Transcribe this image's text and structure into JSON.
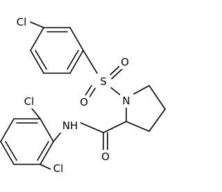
{
  "molecule": {
    "atoms": {
      "chlorine_top": "Cl",
      "sulfur": "S",
      "oxygen_sulfonyl_left": "O",
      "oxygen_sulfonyl_right": "O",
      "nitrogen_pyrrolidine": "N",
      "amide_nh": "NH",
      "chlorine_ortho_upper": "Cl",
      "chlorine_ortho_lower": "Cl",
      "oxygen_carbonyl": "O"
    }
  },
  "colors": {
    "bond": "#000000",
    "label": "#000000",
    "background": "#ffffff"
  }
}
